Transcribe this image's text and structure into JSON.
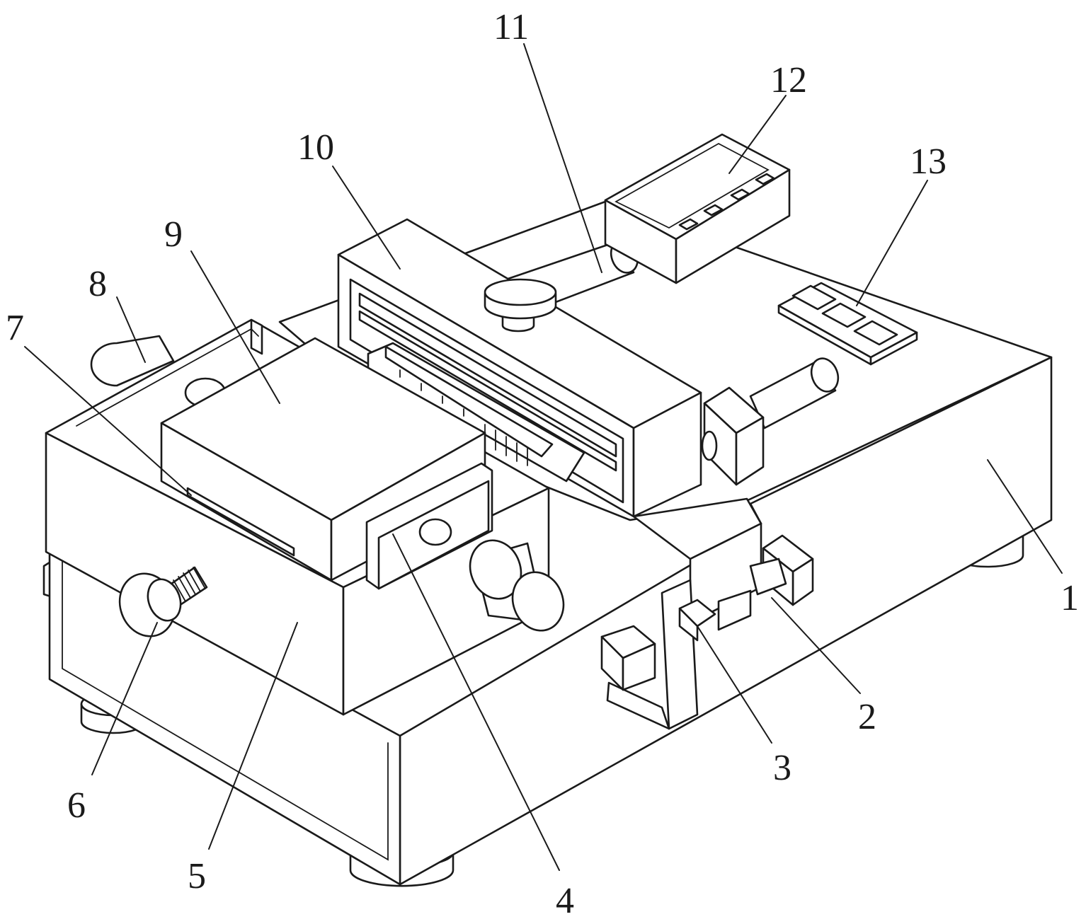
{
  "figure": {
    "stroke_color": "#1a1a1a",
    "background_color": "#ffffff",
    "labels": [
      "1",
      "2",
      "3",
      "4",
      "5",
      "6",
      "7",
      "8",
      "9",
      "10",
      "11",
      "12",
      "13"
    ]
  }
}
